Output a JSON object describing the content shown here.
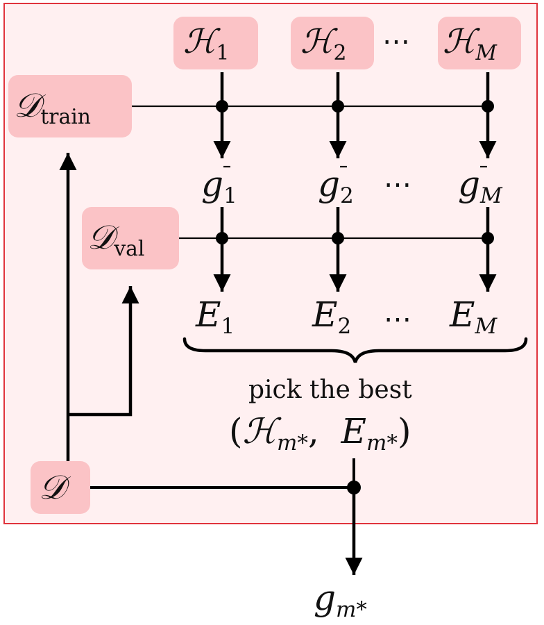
{
  "inputs": {
    "hypothesis_sets": [
      {
        "symbol": "ℋ",
        "index": "1"
      },
      {
        "symbol": "ℋ",
        "index": "2"
      },
      {
        "symbol": "ℋ",
        "index": "M"
      }
    ],
    "ellipsis": "⋯"
  },
  "data_sets": {
    "full": {
      "symbol": "𝒟"
    },
    "train": {
      "symbol": "𝒟",
      "subscript": "train"
    },
    "val": {
      "symbol": "𝒟",
      "subscript": "val"
    }
  },
  "models": [
    {
      "symbol": "g",
      "index": "1"
    },
    {
      "symbol": "g",
      "index": "2"
    },
    {
      "symbol": "g",
      "index": "M"
    }
  ],
  "errors": [
    {
      "symbol": "E",
      "index": "1"
    },
    {
      "symbol": "E",
      "index": "2"
    },
    {
      "symbol": "E",
      "index": "M"
    }
  ],
  "selection": {
    "caption": "pick the best",
    "open_paren": "(",
    "hypothesis_symbol": "ℋ",
    "hypothesis_index": "m*",
    "comma": ",",
    "error_symbol": "E",
    "error_index": "m*",
    "close_paren": ")"
  },
  "output": {
    "symbol": "g",
    "index": "m*"
  },
  "colors": {
    "frame_border": "#e0333c",
    "frame_fill": "#fff0f1",
    "box_fill": "#fbc3c6",
    "ink": "#000000"
  }
}
